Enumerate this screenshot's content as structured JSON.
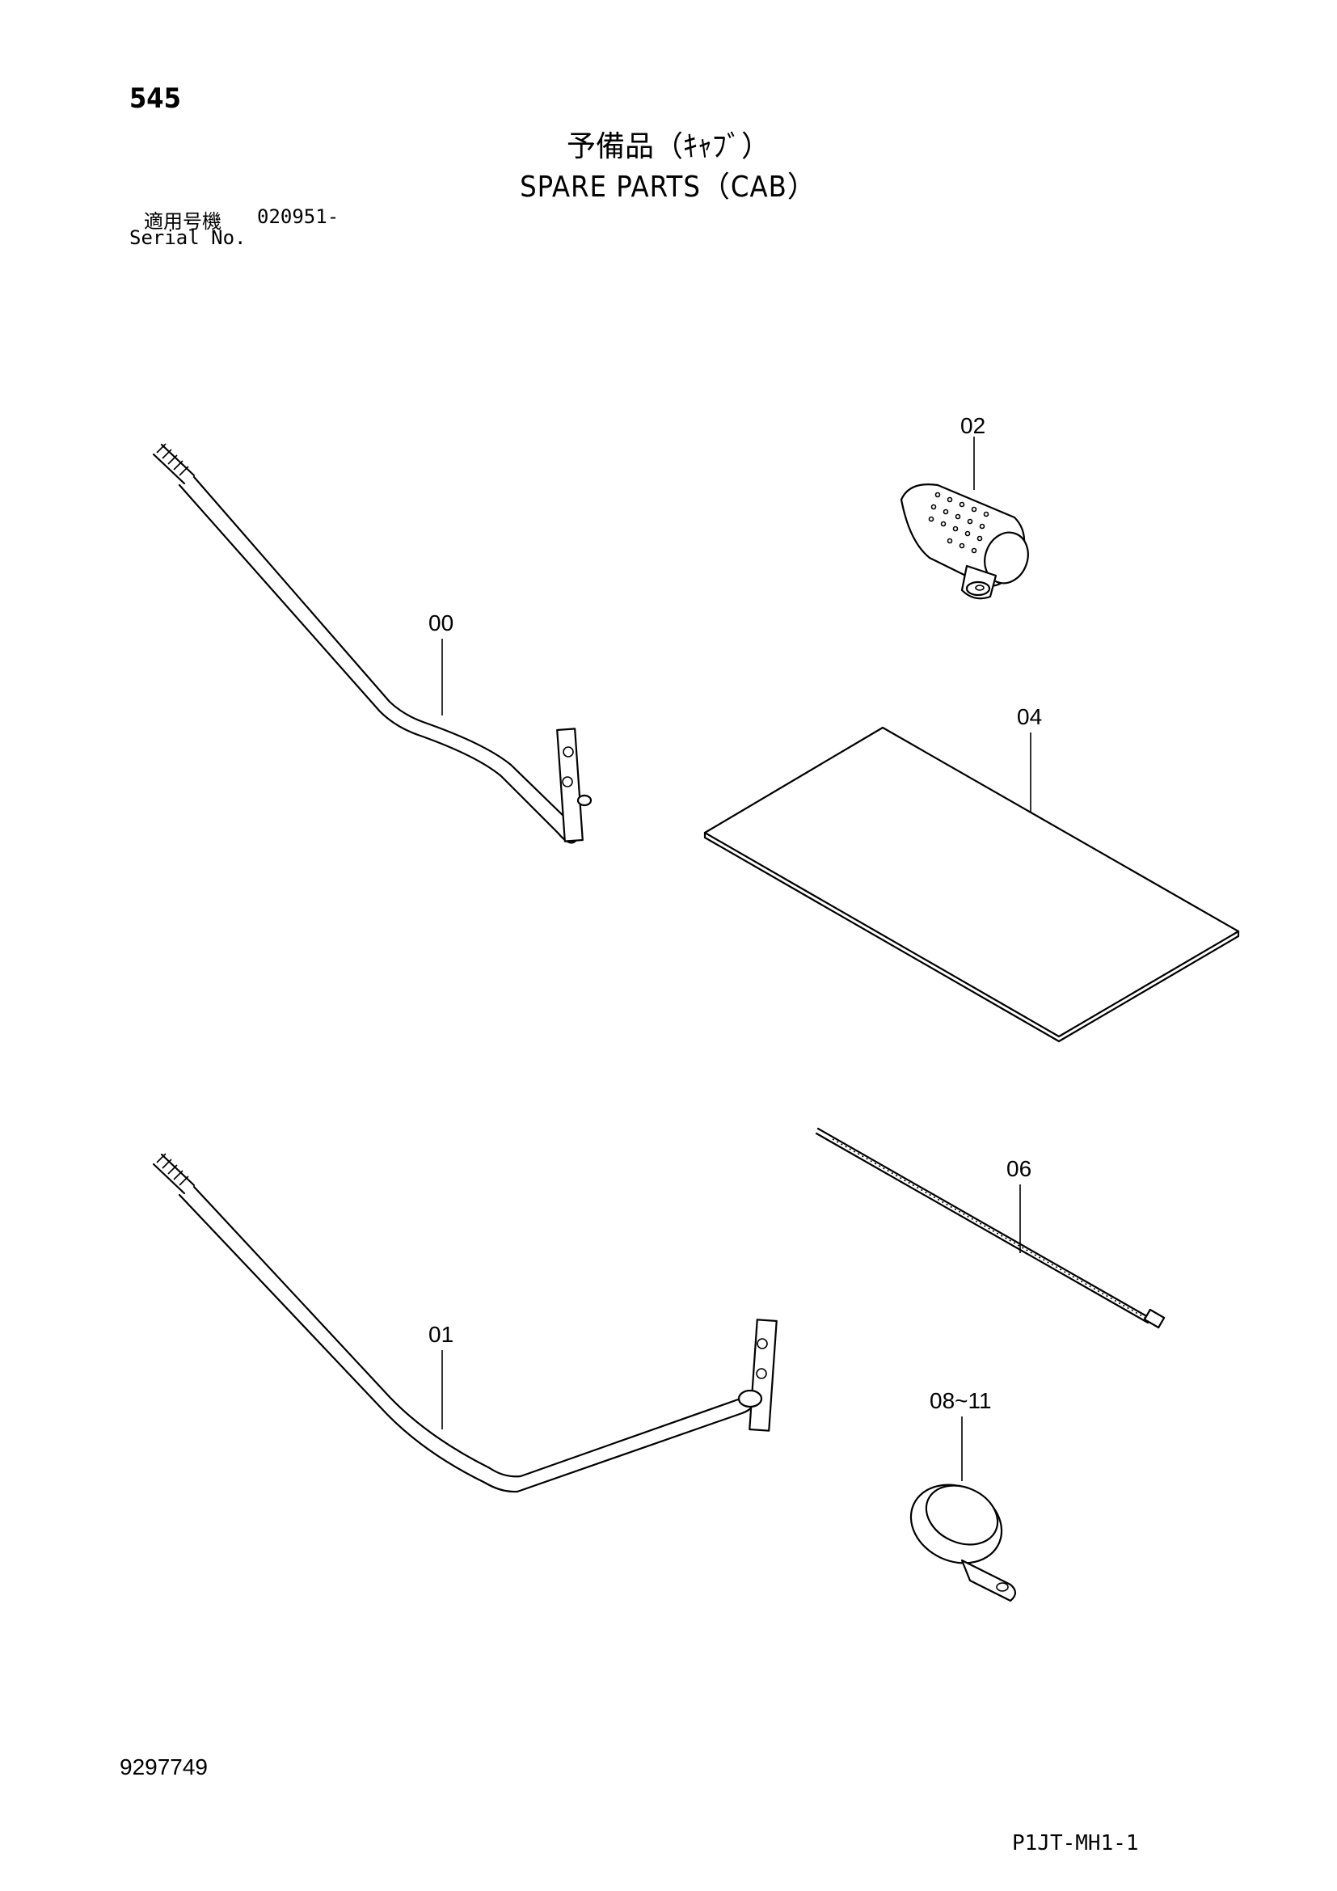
{
  "header": {
    "page_number": "545",
    "title_jp": "予備品（ｷｬﾌﾞ）",
    "title_en": "SPARE PARTS（CAB）",
    "serial_label_jp": "適用号機",
    "serial_value": "020951-",
    "serial_label_en": "Serial No."
  },
  "parts": [
    {
      "label": "00"
    },
    {
      "label": "01"
    },
    {
      "label": "02"
    },
    {
      "label": "04"
    },
    {
      "label": "06"
    },
    {
      "label": "08~11"
    }
  ],
  "footer": {
    "doc_number": "9297749",
    "page_code": "P1JT-MH1-1"
  }
}
